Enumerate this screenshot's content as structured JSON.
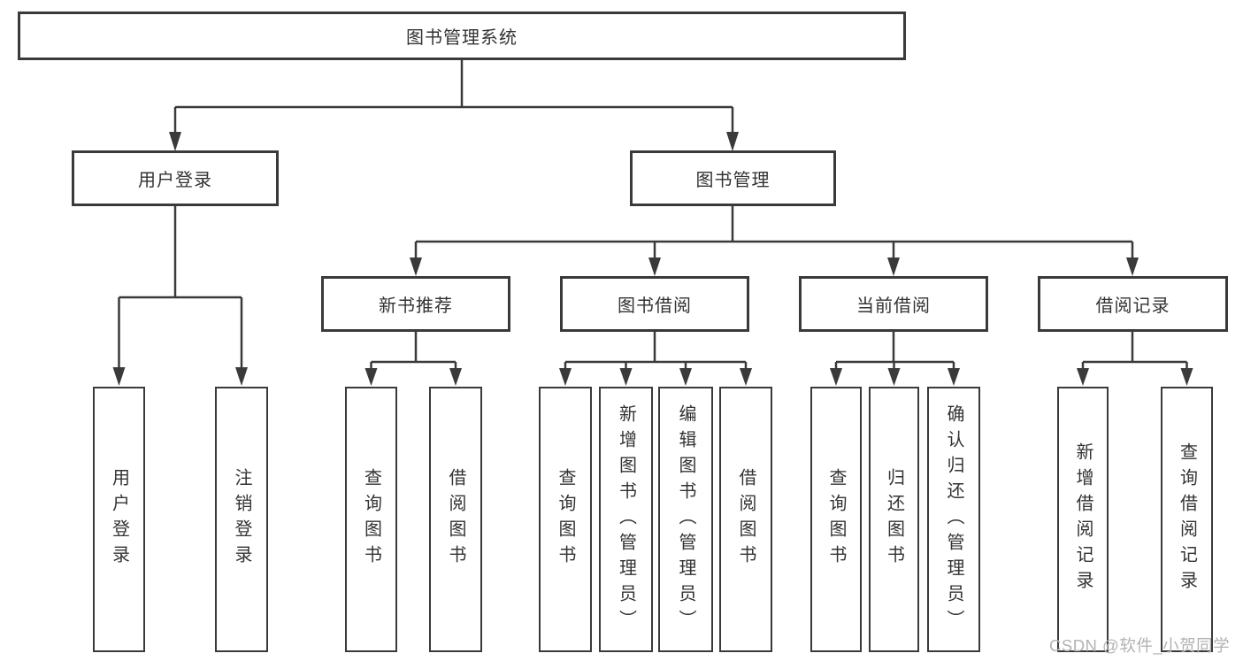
{
  "tree": {
    "root": "图书管理系统",
    "branches": [
      {
        "label": "用户登录",
        "leaves": [
          "用户登录",
          "注销登录"
        ]
      },
      {
        "label": "图书管理",
        "children": [
          {
            "label": "新书推荐",
            "leaves": [
              "查询图书",
              "借阅图书"
            ]
          },
          {
            "label": "图书借阅",
            "leaves": [
              "查询图书",
              "新增图书（管理员）",
              "编辑图书（管理员）",
              "借阅图书"
            ]
          },
          {
            "label": "当前借阅",
            "leaves": [
              "查询图书",
              "归还图书",
              "确认归还（管理员）"
            ]
          },
          {
            "label": "借阅记录",
            "leaves": [
              "新增借阅记录",
              "查询借阅记录"
            ]
          }
        ]
      }
    ]
  },
  "watermark": {
    "text": "CSDN @软件_小贺同学",
    "color": "#b3b3b3"
  },
  "colors": {
    "line": "#3a3a3a",
    "box_border": "#3a3a3a",
    "text": "#333333",
    "background": "#ffffff"
  }
}
